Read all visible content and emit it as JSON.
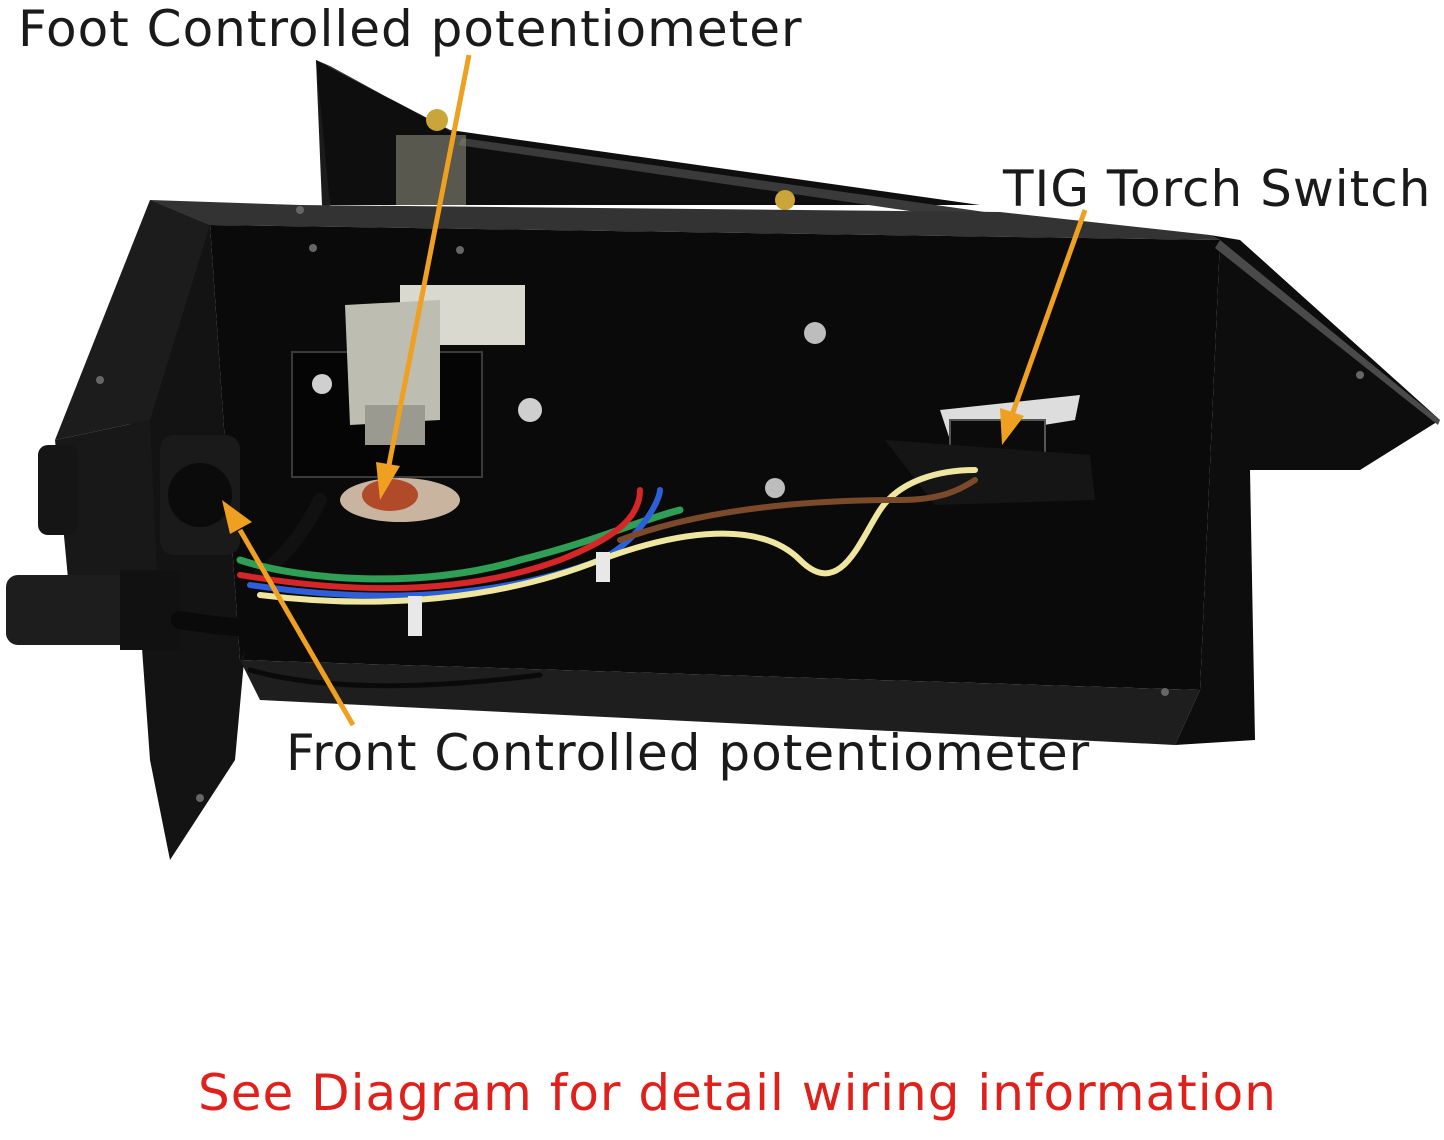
{
  "labels": {
    "foot_pot": "Foot Controlled potentiometer",
    "tig_switch": "TIG Torch Switch",
    "front_pot": "Front Controlled potentiometer",
    "note": "See Diagram for detail wiring information"
  },
  "colors": {
    "label_text": "#1a1a1a",
    "note_text": "#e0201b",
    "arrow": "#f0a020",
    "housing": "#0c0c0c"
  }
}
